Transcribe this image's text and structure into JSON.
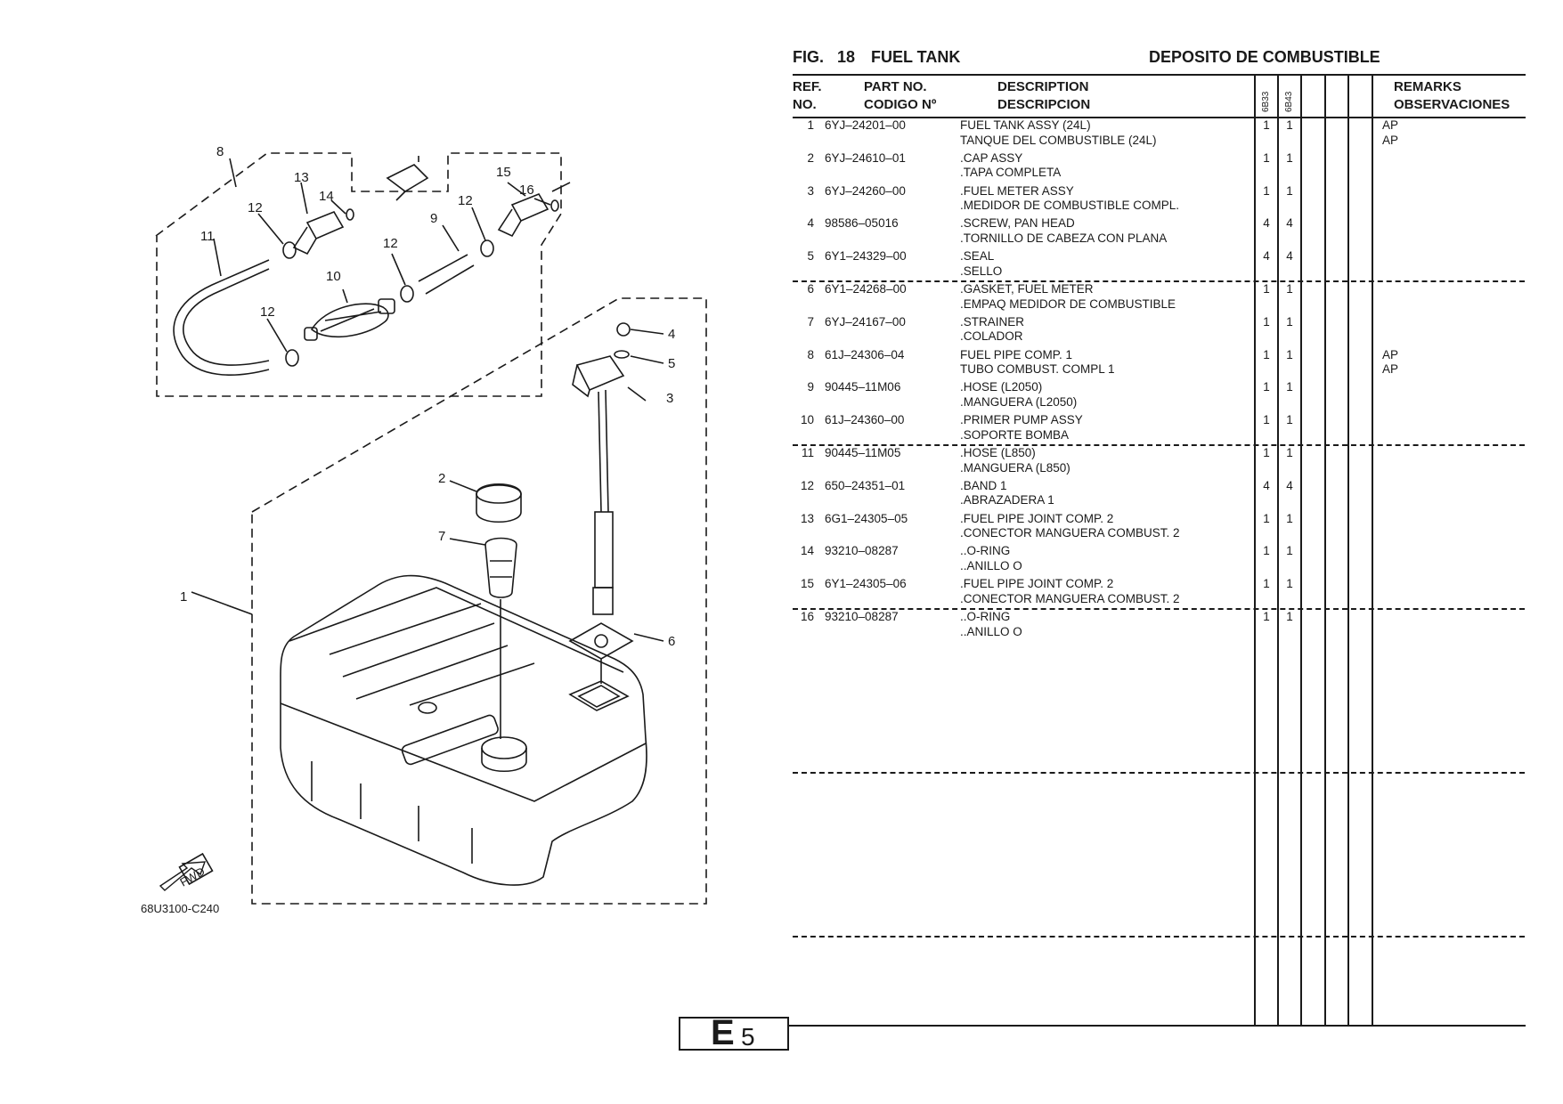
{
  "figure": {
    "label": "FIG.",
    "number": "18",
    "title_en": "FUEL TANK",
    "title_es": "DEPOSITO DE COMBUSTIBLE"
  },
  "table": {
    "headers": {
      "ref_line1": "REF.",
      "ref_line2": "NO.",
      "part_line1": "PART NO.",
      "part_line2": "CODIGO Nº",
      "desc_line1": "DESCRIPTION",
      "desc_line2": "DESCRIPCION",
      "model_1": "6B33",
      "model_2": "6B43",
      "remarks_line1": "REMARKS",
      "remarks_line2": "OBSERVACIONES"
    },
    "rows": [
      {
        "ref": "1",
        "part": "6YJ–24201–00",
        "desc_en": "FUEL TANK ASSY (24L)",
        "desc_es": "TANQUE DEL COMBUSTIBLE (24L)",
        "q1": "1",
        "q2": "1",
        "rem1": "AP",
        "rem2": "AP"
      },
      {
        "ref": "2",
        "part": "6YJ–24610–01",
        "desc_en": ".CAP ASSY",
        "desc_es": ".TAPA COMPLETA",
        "q1": "1",
        "q2": "1",
        "rem1": "",
        "rem2": ""
      },
      {
        "ref": "3",
        "part": "6YJ–24260–00",
        "desc_en": ".FUEL METER ASSY",
        "desc_es": ".MEDIDOR DE COMBUSTIBLE COMPL.",
        "q1": "1",
        "q2": "1",
        "rem1": "",
        "rem2": ""
      },
      {
        "ref": "4",
        "part": "98586–05016",
        "desc_en": ".SCREW, PAN HEAD",
        "desc_es": ".TORNILLO  DE CABEZA CON PLANA",
        "q1": "4",
        "q2": "4",
        "rem1": "",
        "rem2": ""
      },
      {
        "ref": "5",
        "part": "6Y1–24329–00",
        "desc_en": ".SEAL",
        "desc_es": ".SELLO",
        "q1": "4",
        "q2": "4",
        "rem1": "",
        "rem2": ""
      },
      {
        "ref": "6",
        "part": "6Y1–24268–00",
        "desc_en": ".GASKET, FUEL METER",
        "desc_es": ".EMPAQ  MEDIDOR DE COMBUSTIBLE",
        "q1": "1",
        "q2": "1",
        "rem1": "",
        "rem2": ""
      },
      {
        "ref": "7",
        "part": "6YJ–24167–00",
        "desc_en": ".STRAINER",
        "desc_es": ".COLADOR",
        "q1": "1",
        "q2": "1",
        "rem1": "",
        "rem2": ""
      },
      {
        "ref": "8",
        "part": "61J–24306–04",
        "desc_en": "FUEL PIPE COMP. 1",
        "desc_es": "TUBO COMBUST. COMPL 1",
        "q1": "1",
        "q2": "1",
        "rem1": "AP",
        "rem2": "AP"
      },
      {
        "ref": "9",
        "part": "90445–11M06",
        "desc_en": ".HOSE (L2050)",
        "desc_es": ".MANGUERA (L2050)",
        "q1": "1",
        "q2": "1",
        "rem1": "",
        "rem2": ""
      },
      {
        "ref": "10",
        "part": "61J–24360–00",
        "desc_en": ".PRIMER PUMP ASSY",
        "desc_es": ".SOPORTE BOMBA",
        "q1": "1",
        "q2": "1",
        "rem1": "",
        "rem2": ""
      },
      {
        "ref": "11",
        "part": "90445–11M05",
        "desc_en": ".HOSE (L850)",
        "desc_es": ".MANGUERA (L850)",
        "q1": "1",
        "q2": "1",
        "rem1": "",
        "rem2": ""
      },
      {
        "ref": "12",
        "part": "650–24351–01",
        "desc_en": ".BAND 1",
        "desc_es": ".ABRAZADERA 1",
        "q1": "4",
        "q2": "4",
        "rem1": "",
        "rem2": ""
      },
      {
        "ref": "13",
        "part": "6G1–24305–05",
        "desc_en": ".FUEL PIPE JOINT COMP. 2",
        "desc_es": ".CONECTOR MANGUERA COMBUST. 2",
        "q1": "1",
        "q2": "1",
        "rem1": "",
        "rem2": ""
      },
      {
        "ref": "14",
        "part": "93210–08287",
        "desc_en": "..O-RING",
        "desc_es": "..ANILLO O",
        "q1": "1",
        "q2": "1",
        "rem1": "",
        "rem2": ""
      },
      {
        "ref": "15",
        "part": "6Y1–24305–06",
        "desc_en": ".FUEL PIPE JOINT COMP. 2",
        "desc_es": ".CONECTOR MANGUERA COMBUST. 2",
        "q1": "1",
        "q2": "1",
        "rem1": "",
        "rem2": ""
      },
      {
        "ref": "16",
        "part": "93210–08287",
        "desc_en": "..O-RING",
        "desc_es": "..ANILLO O",
        "q1": "1",
        "q2": "1",
        "rem1": "",
        "rem2": ""
      }
    ]
  },
  "diagram": {
    "code": "68U3100-C240",
    "fwd_label": "FWD",
    "callouts": [
      "1",
      "2",
      "3",
      "4",
      "5",
      "6",
      "7",
      "8",
      "9",
      "10",
      "11",
      "12",
      "12",
      "12",
      "12",
      "13",
      "14",
      "15",
      "16"
    ]
  },
  "page": {
    "letter": "E",
    "number": "5"
  }
}
